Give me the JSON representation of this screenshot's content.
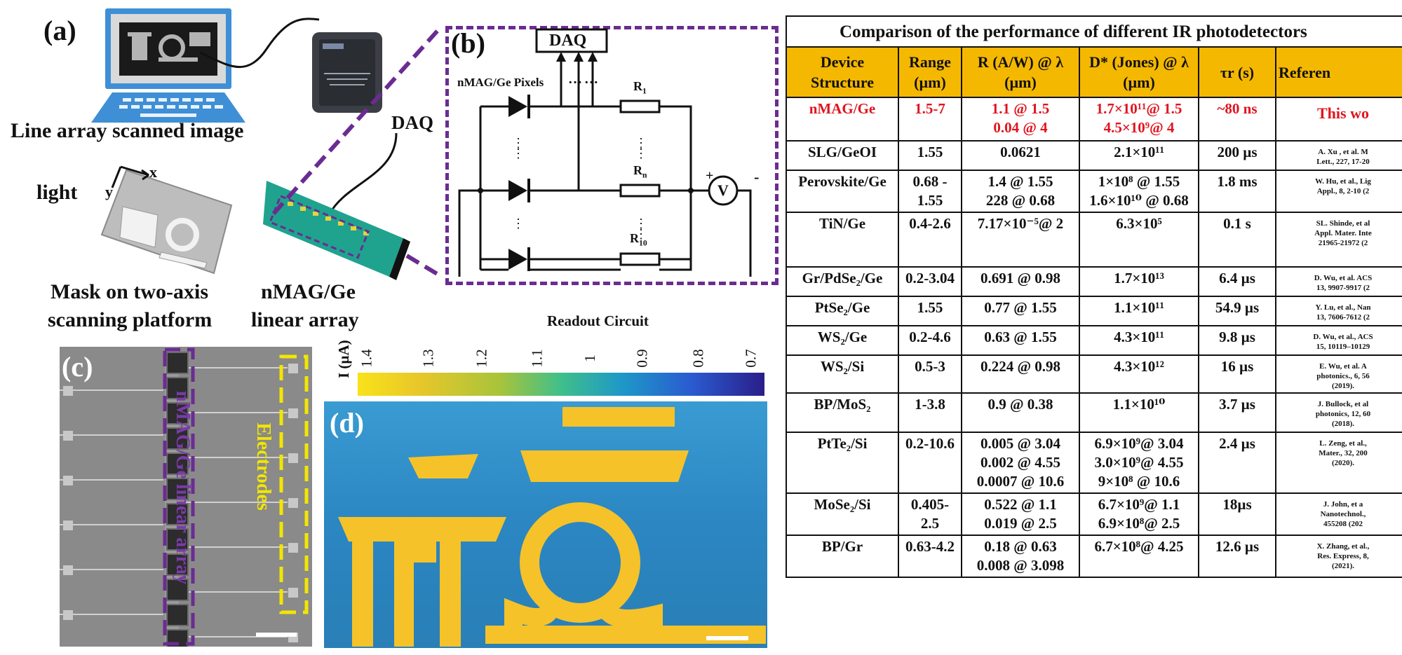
{
  "panel_a": {
    "letter": "(a)",
    "caption_image": "Line array scanned image",
    "light": "light",
    "axis_x": "x",
    "axis_y": "y",
    "daq": "DAQ",
    "caption_mask_1": "Mask on two-axis",
    "caption_mask_2": "scanning platform",
    "caption_array_1": "nMAG/Ge",
    "caption_array_2": "linear array"
  },
  "panel_b": {
    "letter": "(b)",
    "daq_box": "DAQ",
    "pixels_label": "nMAG/Ge Pixels",
    "dots": "…",
    "r1": "R",
    "r1_sub": "1",
    "rn": "R",
    "rn_sub": "n",
    "r10": "R",
    "r10_sub": "10",
    "plus": "+",
    "minus": "-",
    "volt": "V",
    "caption": "Readout Circuit"
  },
  "panel_c": {
    "letter": "(c)",
    "array_label": "nMAG/Ge linear array",
    "electrodes_label": "Electrodes"
  },
  "panel_d": {
    "letter": "(d)",
    "colorbar_label": "I (µA)",
    "colorbar_ticks": [
      "1.4",
      "1.3",
      "1.2",
      "1.1",
      "1",
      "0.9",
      "0.8",
      "0.7"
    ]
  },
  "table": {
    "title": "Comparison of the performance of different IR photodetectors",
    "headers": [
      "Device Structure",
      "Range (µm)",
      "R (A/W) @ λ (µm)",
      "D* (Jones) @ λ (µm)",
      "τr (s)",
      "Referen"
    ],
    "rows": [
      {
        "device": "nMAG/Ge",
        "range": "1.5-7",
        "r": "1.1 @ 1.5\n0.04 @ 4",
        "d": "1.7×10¹¹@ 1.5\n4.5×10⁹@ 4",
        "tau": "~80 ns",
        "ref": "This wo"
      },
      {
        "device": "SLG/GeOI",
        "range": "1.55",
        "r": "0.0621",
        "d": "2.1×10¹¹",
        "tau": "200 µs",
        "ref": "A. Xu , et al. M\nLett., 227, 17-20"
      },
      {
        "device": "Perovskite/Ge",
        "range": "0.68 -\n1.55",
        "r": "1.4 @ 1.55\n228 @ 0.68",
        "d": "1×10⁸ @ 1.55\n1.6×10¹⁰ @ 0.68",
        "tau": "1.8 ms",
        "ref": "W. Hu, et al., Lig\nAppl., 8, 2-10 (2"
      },
      {
        "device": "TiN/Ge",
        "range": "0.4-2.6",
        "r": "7.17×10⁻⁵@ 2",
        "d": "6.3×10⁵",
        "tau": "0.1 s",
        "ref": "SL. Shinde, et al\nAppl. Mater. Inte\n21965-21972 (2"
      },
      {
        "device": "Gr/PdSe₂/Ge",
        "range": "0.2-3.04",
        "r": "0.691 @ 0.98",
        "d": "1.7×10¹³",
        "tau": "6.4 µs",
        "ref": "D. Wu, et al. ACS\n13, 9907-9917 (2"
      },
      {
        "device": "PtSe₂/Ge",
        "range": "1.55",
        "r": "0.77 @ 1.55",
        "d": "1.1×10¹¹",
        "tau": "54.9 µs",
        "ref": "Y. Lu, et al., Nan\n13, 7606-7612 (2"
      },
      {
        "device": "WS₂/Ge",
        "range": "0.2-4.6",
        "r": "0.63 @ 1.55",
        "d": "4.3×10¹¹",
        "tau": "9.8 µs",
        "ref": "D. Wu, et al., ACS\n15, 10119–10129"
      },
      {
        "device": "WS₂/Si",
        "range": "0.5-3",
        "r": "0.224 @ 0.98",
        "d": "4.3×10¹²",
        "tau": "16 µs",
        "ref": "E. Wu, et al. A\nphotonics., 6, 56\n(2019)."
      },
      {
        "device": "BP/MoS₂",
        "range": "1-3.8",
        "r": "0.9 @ 0.38",
        "d": "1.1×10¹⁰",
        "tau": "3.7 µs",
        "ref": "J. Bullock, et al\nphotonics, 12, 60\n(2018)."
      },
      {
        "device": "PtTe₂/Si",
        "range": "0.2-10.6",
        "r": "0.005 @ 3.04\n0.002 @ 4.55\n0.0007 @ 10.6",
        "d": "6.9×10⁹@ 3.04\n3.0×10⁹@ 4.55\n9×10⁸ @ 10.6",
        "tau": "2.4 µs",
        "ref": "L. Zeng, et al.,\nMater., 32, 200\n(2020)."
      },
      {
        "device": "MoSe₂/Si",
        "range": "0.405-\n2.5",
        "r": "0.522 @ 1.1\n0.019 @ 2.5",
        "d": "6.7×10⁹@ 1.1\n6.9×10⁸@ 2.5",
        "tau": "18µs",
        "ref": "J. John, et a\nNanotechnol.,\n455208 (202"
      },
      {
        "device": "BP/Gr",
        "range": "0.63-4.2",
        "r": "0.18 @ 0.63\n0.008 @ 3.098",
        "d": "6.7×10⁸@ 4.25",
        "tau": "12.6 µs",
        "ref": "X. Zhang, et al.,\nRes. Express, 8,\n(2021)."
      }
    ]
  },
  "colors": {
    "header_bg": "#f5b800",
    "highlight_text": "#e0141e",
    "purple_dash": "#6a2c91",
    "yellow_dash": "#f2e600",
    "map_blue": "#2f8fc6",
    "map_yellow": "#f5c22a"
  }
}
